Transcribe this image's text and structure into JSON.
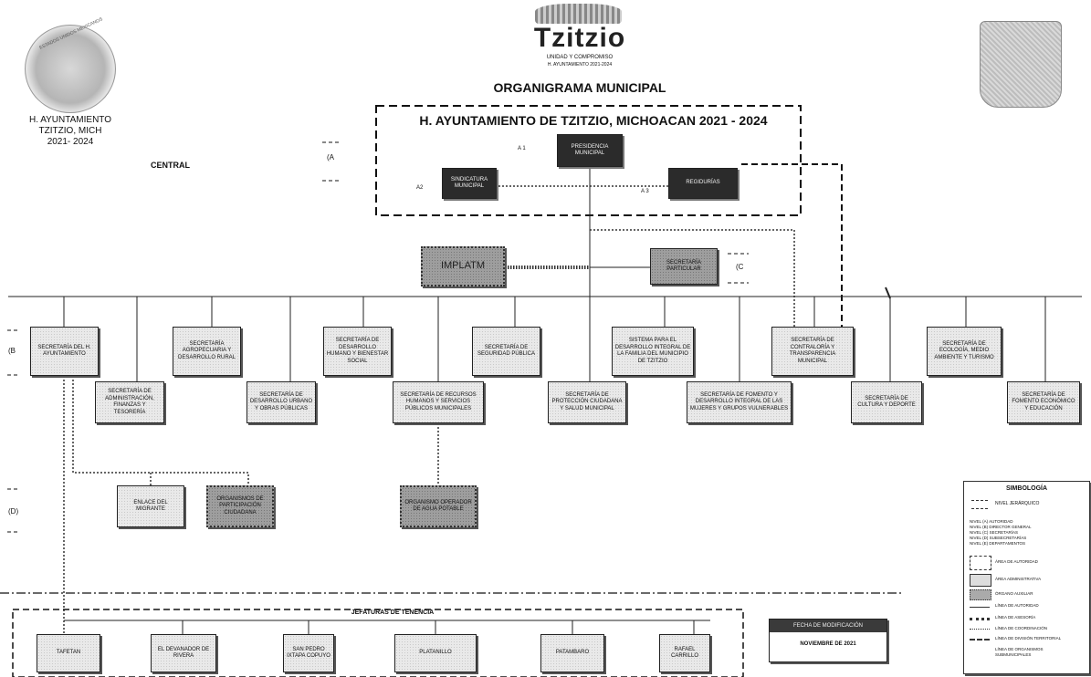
{
  "header": {
    "ayuntamiento_line1": "H. AYUNTAMIENTO",
    "ayuntamiento_line2": "TZITZIO, MICH",
    "ayuntamiento_line3": "2021- 2024",
    "logo_text": "Tzitzio",
    "logo_tagline": "UNIDAD Y COMPROMISO",
    "logo_sub": "H. AYUNTAMIENTO 2021-2024",
    "main_title": "ORGANIGRAMA MUNICIPAL",
    "council_title": "H. AYUNTAMIENTO DE TZITZIO, MICHOACAN 2021 - 2024",
    "seal_left_text": "ESTADOS UNIDOS MEXICANOS"
  },
  "levels": {
    "central": "CENTRAL",
    "a": "(A",
    "c": "(C",
    "b": "(B",
    "d": "(D)"
  },
  "council": {
    "a1_label": "A 1",
    "a2_label": "A2",
    "a3_label": "A 3",
    "presidencia": "PRESIDENCIA MUNICIPAL",
    "sindicatura": "SINDICATURA MUNICIPAL",
    "regidurias": "REGIDURÍAS"
  },
  "staff": {
    "implatm": "IMPLATM",
    "particular": "SECRETARÍA PARTICULAR"
  },
  "secretarias": [
    {
      "label": "SECRETARÍA DEL H. AYUNTAMIENTO"
    },
    {
      "label": "SECRETARÍA DE ADMINISTRACIÓN, FINANZAS Y TESORERÍA"
    },
    {
      "label": "SECRETARÍA AGROPECUARIA Y DESARROLLO RURAL"
    },
    {
      "label": "SECRETARÍA DE DESARROLLO URBANO Y OBRAS PÚBLICAS"
    },
    {
      "label": "SECRETARÍA DE DESARROLLO HUMANO Y BIENESTAR SOCIAL"
    },
    {
      "label": "SECRETARÍA DE RECURSOS HUMANOS Y SERVICIOS PÚBLICOS MUNICIPALES"
    },
    {
      "label": "SECRETARÍA DE SEGURIDAD PÚBLICA"
    },
    {
      "label": "SECRETARÍA DE PROTECCIÓN CIUDADANA Y SALUD MUNICIPAL"
    },
    {
      "label": "SISTEMA PARA EL DESARROLLO INTEGRAL DE LA FAMILIA DEL MUNICIPIO DE TZITZIO"
    },
    {
      "label": "SECRETARÍA DE FOMENTO Y DESARROLLO INTEGRAL DE LAS MUJERES Y GRUPOS VULNERABLES"
    },
    {
      "label": "SECRETARÍA DE CONTRALORÍA Y TRANSPARENCIA MUNICIPAL"
    },
    {
      "label": "SECRETARÍA DE CULTURA Y DEPORTE"
    },
    {
      "label": "SECRETARÍA DE ECOLOGÍA, MEDIO AMBIENTE Y TURISMO"
    },
    {
      "label": "SECRETARÍA DE FOMENTO ECONÓMICO Y EDUCACIÓN"
    }
  ],
  "level_d": {
    "enlace": "ENLACE DEL MIGRANTE",
    "organismos": "ORGANISMOS DE PARTICIPACIÓN CIUDADANA",
    "agua": "ORGANISMO OPERADOR DE AGUA POTABLE"
  },
  "tenencias": {
    "title": "JEFATURAS DE TENENCIA",
    "items": [
      "TAFETAN",
      "EL DEVANADOR DE RIVERA",
      "SAN PEDRO IXTAPA COPUYO",
      "PLATANILLO",
      "PATAMBARO",
      "RAFAEL CARRILLO"
    ]
  },
  "fecha": {
    "label": "FECHA DE MODIFICACIÓN",
    "value": "NOVIEMBRE DE 2021"
  },
  "legend": {
    "title": "SIMBOLOGÍA",
    "nivel_jer": "NIVEL JERÁRQUICO",
    "niveles": [
      "NIVEL (A) AUTORIDAD",
      "NIVEL (B) DIRECTOR GENERAL",
      "NIVEL (C) SECRETARÍAS",
      "NIVEL (D) SUBSECRETARÍAS",
      "NIVEL (E) DEPARTAMENTOS"
    ],
    "area_autoridad": "ÁREA DE AUTORIDAD",
    "area_admin": "ÁREA ADMINISTRATIVA",
    "organo_auxiliar": "ÓRGANO AUXILIAR",
    "linea_autoridad": "LÍNEA DE AUTORIDAD",
    "linea_asesoria": "LÍNEA DE ASESORÍA",
    "linea_coordinacion": "LÍNEA DE COORDINACIÓN",
    "linea_division": "LÍNEA DE DIVISIÓN TERRITORIAL",
    "linea_organismos": "LÍNEA DE ORGANISMOS SUBMUNICIPALES"
  }
}
